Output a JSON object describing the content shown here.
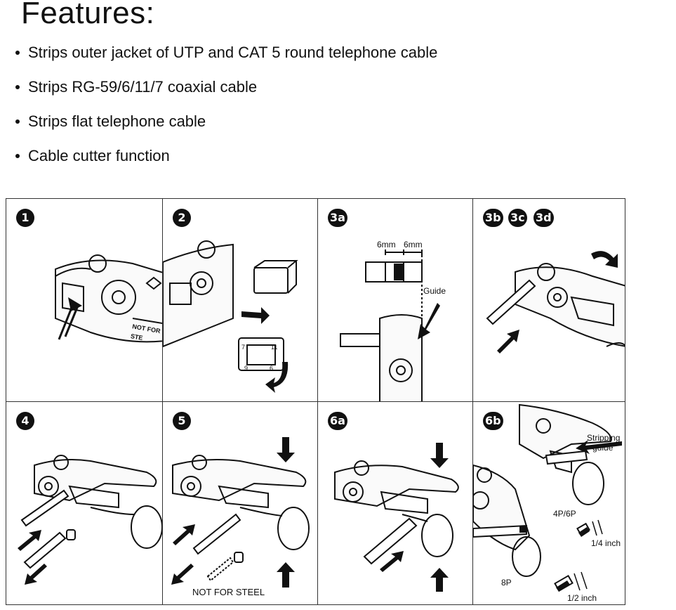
{
  "title": "Features:",
  "features": [
    "Strips outer jacket of UTP and CAT 5 round telephone cable",
    "Strips RG-59/6/11/7  coaxial cable",
    "Strips flat telephone cable",
    "Cable cutter function"
  ],
  "panels": {
    "p1": {
      "step": "1",
      "tool_label": "NOT FOR STE"
    },
    "p2": {
      "step": "2",
      "blade_labels": [
        "7",
        "11",
        "9",
        "6"
      ]
    },
    "p3a": {
      "step": "3a",
      "measure_left": "6mm",
      "measure_right": "6mm",
      "guide": "Guide"
    },
    "p3b": {
      "steps": [
        "3b",
        "3c",
        "3d"
      ]
    },
    "p4": {
      "step": "4"
    },
    "p5": {
      "step": "5",
      "note": "NOT FOR STEEL"
    },
    "p6a": {
      "step": "6a"
    },
    "p6b": {
      "step": "6b",
      "guide_line1": "Stripping",
      "guide_line2": "guide",
      "size_4p": "4P/6P",
      "size_8p": "8P",
      "len_quarter": "1/4 inch",
      "len_half": "1/2 inch"
    }
  },
  "colors": {
    "ink": "#111111",
    "border": "#333333",
    "paper": "#ffffff"
  }
}
